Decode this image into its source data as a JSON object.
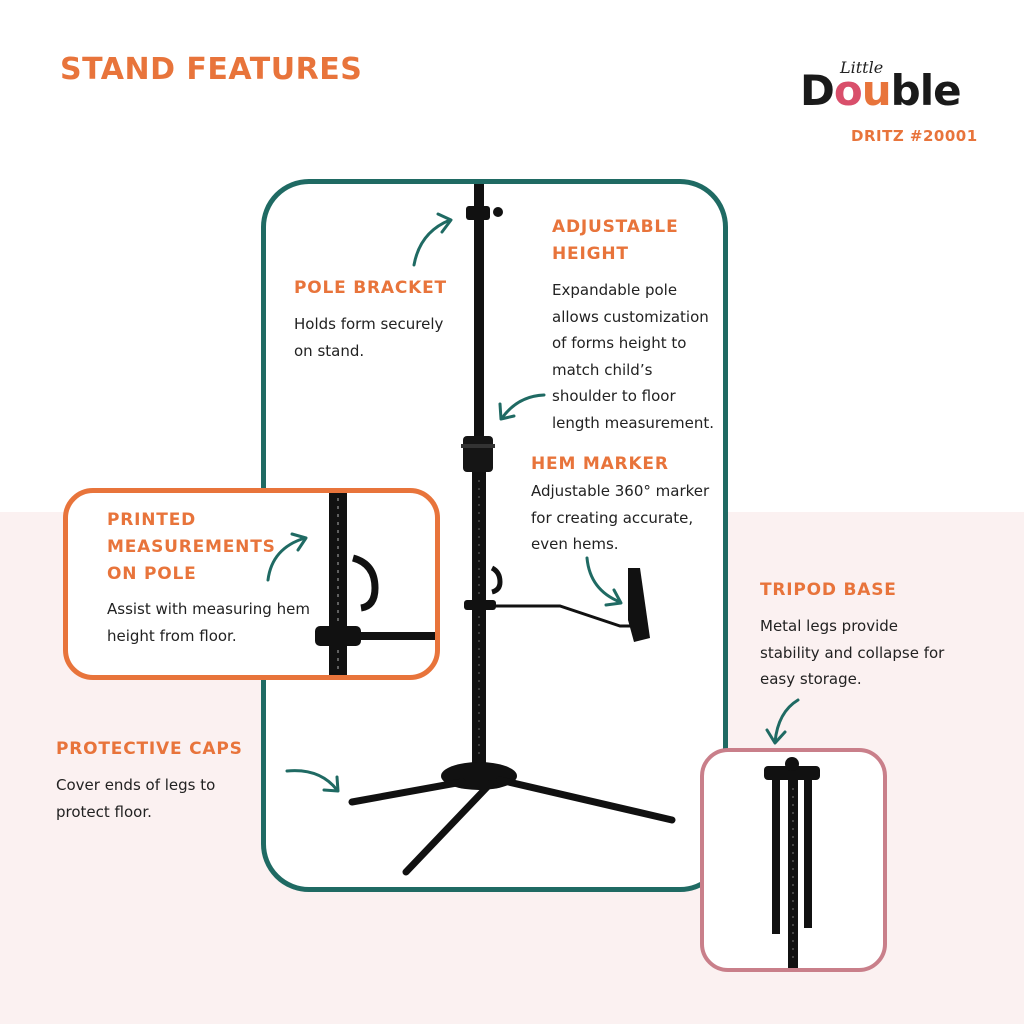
{
  "title": "STAND FEATURES",
  "logo": {
    "small": "Little",
    "main_d": "D",
    "main_o": "o",
    "main_u": "u",
    "main_rest": "ble"
  },
  "sku": "DRITZ #20001",
  "colors": {
    "accent_orange": "#e8743b",
    "frame_teal": "#1f6a63",
    "frame_rose": "#c97f8a",
    "background_pink": "#fbf1f1",
    "stand_black": "#111111"
  },
  "features": {
    "pole_bracket": {
      "heading": "POLE BRACKET",
      "lines": [
        "Holds form securely",
        "on stand."
      ]
    },
    "adjustable_height": {
      "heading_lines": [
        "ADJUSTABLE",
        "HEIGHT"
      ],
      "lines": [
        "Expandable pole",
        "allows customization",
        "of forms height to",
        "match child’s",
        "shoulder to floor",
        "length measurement."
      ]
    },
    "hem_marker": {
      "heading": "HEM MARKER",
      "lines": [
        "Adjustable 360° marker",
        "for creating accurate,",
        "even hems."
      ]
    },
    "printed_measurements": {
      "heading_lines": [
        "PRINTED",
        "MEASUREMENTS",
        "ON POLE"
      ],
      "lines": [
        "Assist with measuring hem",
        "height from floor."
      ]
    },
    "tripod_base": {
      "heading": "TRIPOD BASE",
      "lines": [
        "Metal legs provide",
        "stability and collapse for",
        "easy storage."
      ]
    },
    "protective_caps": {
      "heading": "PROTECTIVE CAPS",
      "lines": [
        "Cover ends of legs to",
        "protect floor."
      ]
    }
  },
  "icons": {
    "arrow": "curved-arrow-icon"
  }
}
